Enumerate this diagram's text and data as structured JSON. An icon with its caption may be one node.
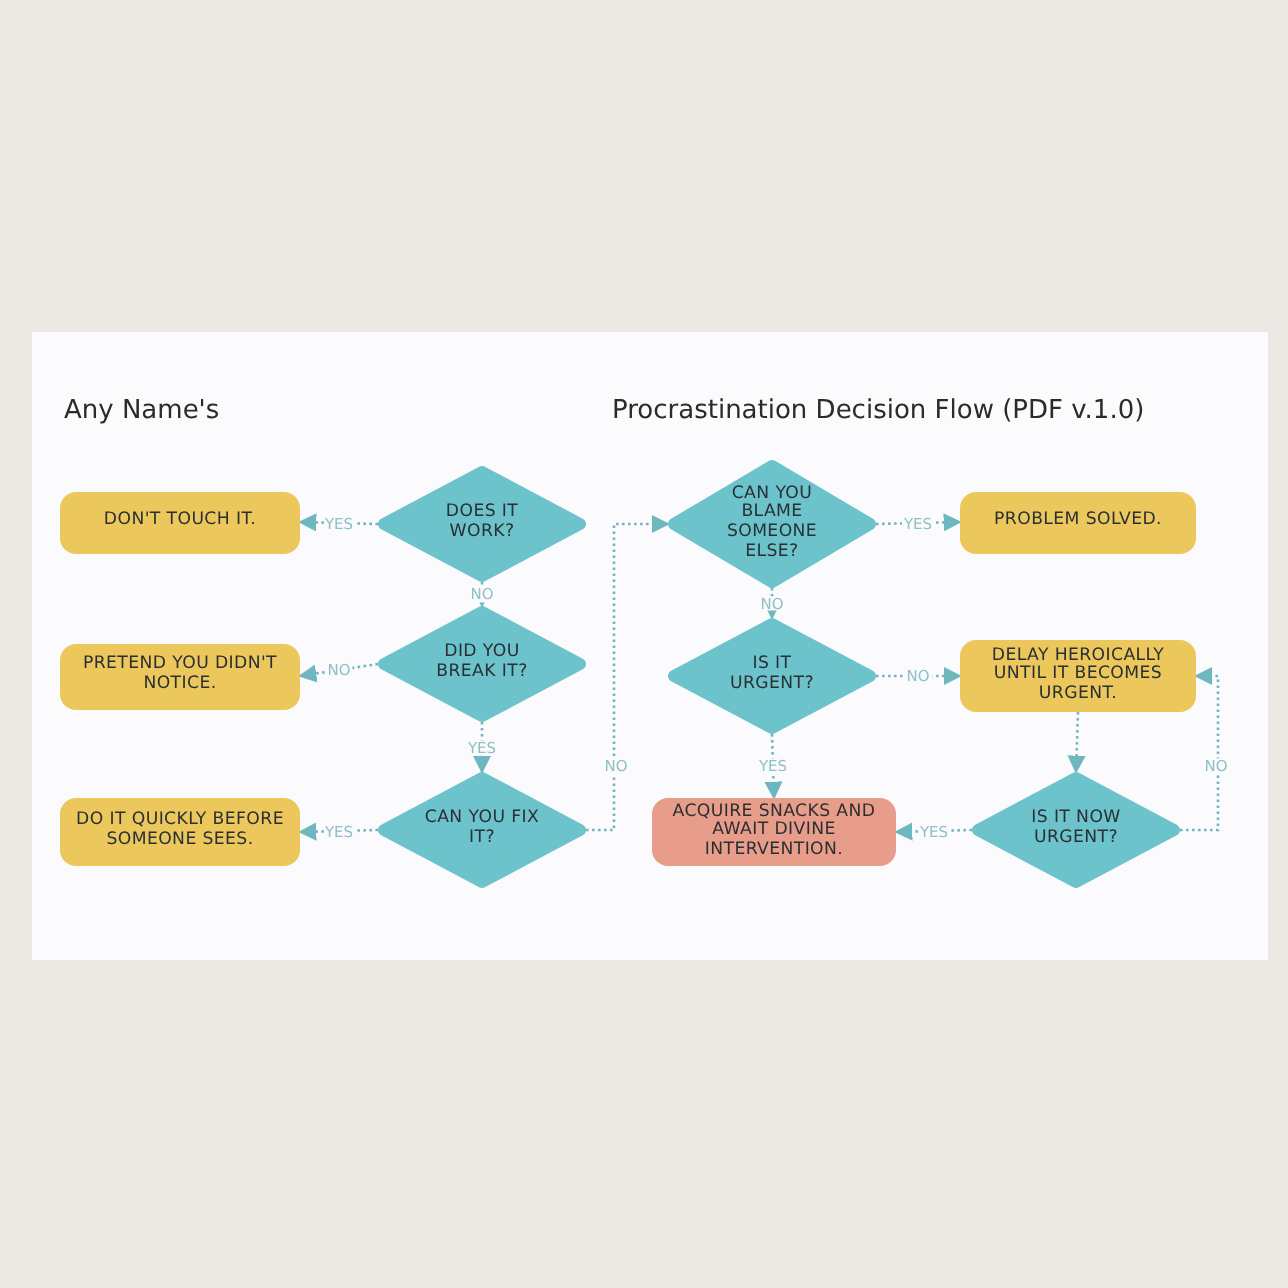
{
  "diagram": {
    "title": "Procrastination Decision Flow (PDF v.1.0)",
    "nodes": [
      {
        "text": [
          "DOES IT WORK?"
        ]
      },
      {
        "text": [
          "DON'T TOUCH IT."
        ]
      },
      {
        "text": [
          "DID YOU BREAK IT?"
        ]
      },
      {
        "text": [
          "PRETEND YOU DIDN'T NOTICE."
        ]
      },
      {
        "text": [
          "CAN YOU FIX IT?"
        ]
      },
      {
        "text": [
          "DO IT QUICKLY BEFORE SOMEONE SEES."
        ]
      },
      {
        "text": [
          "CAN YOU BLAME SOMEONE ELSE?"
        ]
      },
      {
        "text": [
          "PROBLEM SOLVED."
        ]
      },
      {
        "text": [
          "IS IT URGENT?"
        ]
      },
      {
        "text": [
          "DELAY HEROICALLY UNTIL IT BECOMES URGENT."
        ]
      },
      {
        "text": [
          "ACQUIRE SNACKS AND AWAIT DIVINE INTERVENTION."
        ]
      },
      {
        "text": [
          "IS IT NOW URGENT?"
        ]
      }
    ],
    "edges": [
      {
        "from": 0,
        "to": 1,
        "arrow": "to",
        "label": "YES"
      },
      {
        "from": 0,
        "to": 2,
        "arrow": "to",
        "label": "NO"
      },
      {
        "from": 2,
        "to": 3,
        "arrow": "to",
        "label": "NO"
      },
      {
        "from": 2,
        "to": 4,
        "arrow": "to",
        "label": "YES"
      },
      {
        "from": 4,
        "to": 5,
        "arrow": "to",
        "label": "YES"
      },
      {
        "from": 4,
        "to": 6,
        "arrow": "to",
        "label": "NO"
      },
      {
        "from": 6,
        "to": 7,
        "arrow": "to",
        "label": "YES"
      },
      {
        "from": 6,
        "to": 8,
        "arrow": "to",
        "label": "NO"
      },
      {
        "from": 8,
        "to": 9,
        "arrow": "to",
        "label": "NO"
      },
      {
        "from": 8,
        "to": 10,
        "arrow": "to",
        "label": "YES"
      },
      {
        "from": 9,
        "to": 11,
        "arrow": "to"
      },
      {
        "from": 11,
        "to": 10,
        "arrow": "to",
        "label": "YES"
      },
      {
        "from": 11,
        "to": 9,
        "arrow": "to",
        "label": "NO"
      }
    ],
    "labels": [
      "Any Name's"
    ]
  }
}
